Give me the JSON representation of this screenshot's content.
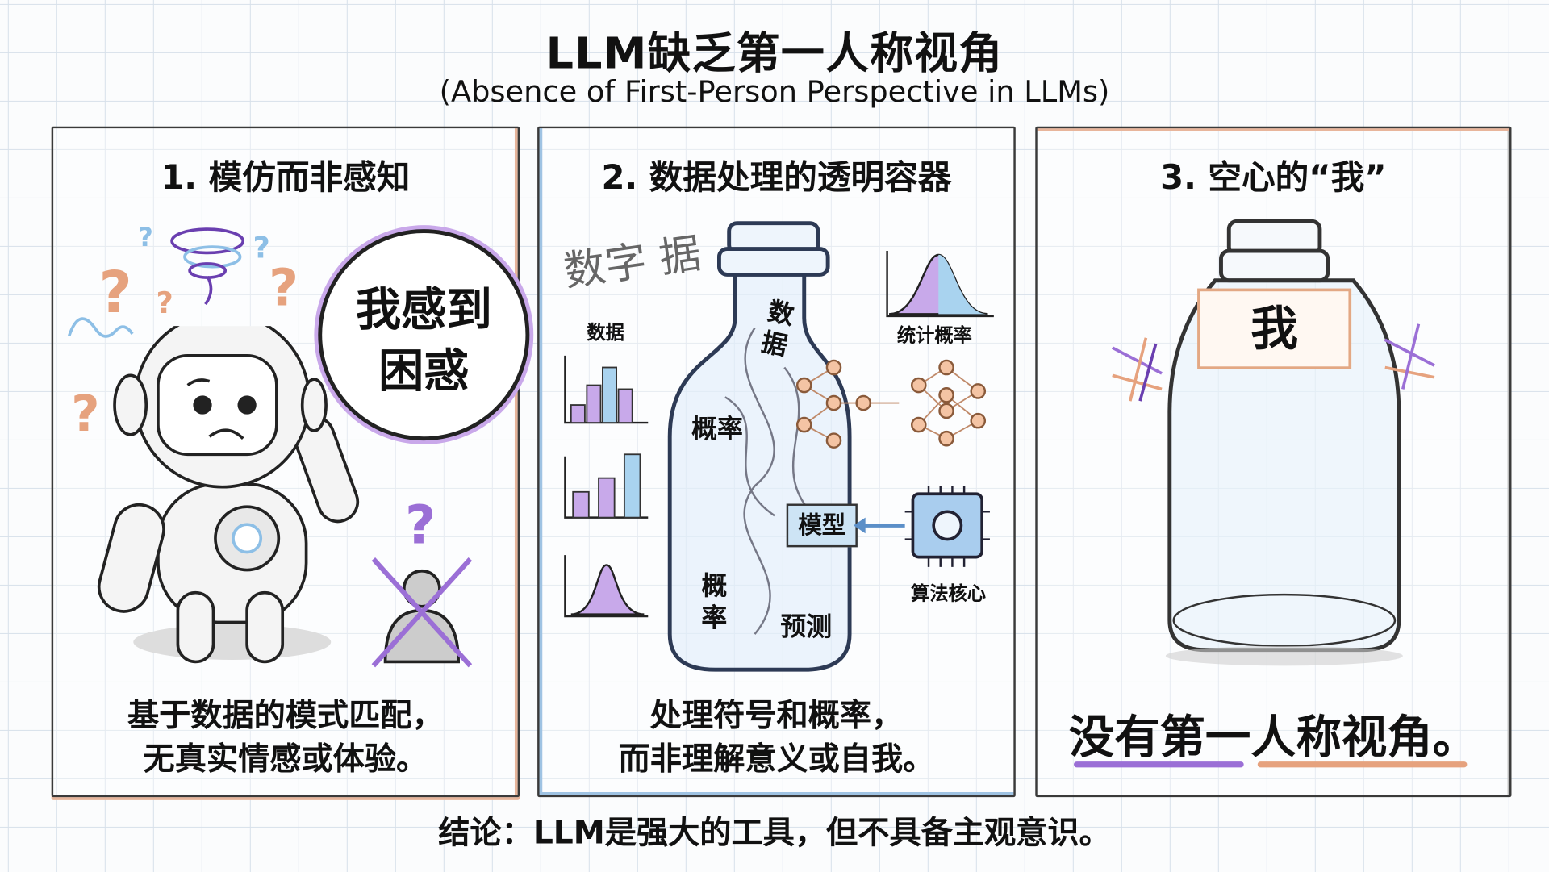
{
  "header": {
    "title": "LLM缺乏第一人称视角",
    "subtitle": "(Absence of First-Person Perspective in LLMs)"
  },
  "panels": [
    {
      "heading": "1. 模仿而非感知",
      "speech_bubble": [
        "我感到",
        "困惑"
      ],
      "caption": [
        "基于数据的模式匹配，",
        "无真实情感或体验。"
      ],
      "icons": [
        "robot-icon",
        "question-mark-icon",
        "crossed-out-person-icon",
        "gear-icon",
        "swirl-icon"
      ]
    },
    {
      "heading": "2. 数据处理的透明容器",
      "labels": {
        "data_handwritten": "数字 据",
        "data": "数据",
        "stat_prob": "统计概率",
        "bottle_data": "数据",
        "bottle_prob_1": "概率",
        "bottle_prob_2": "概率",
        "model": "模型",
        "predict": "预测",
        "algorithm_core": "算法核心"
      },
      "caption": [
        "处理符号和概率，",
        "而非理解意义或自我。"
      ],
      "icons": [
        "bottle-icon",
        "bar-chart-icon",
        "bell-curve-icon",
        "neural-network-icon",
        "chip-icon",
        "puzzle-icon"
      ]
    },
    {
      "heading": "3. 空心的“我”",
      "tag": "我",
      "caption": "没有第一人称视角。",
      "icons": [
        "empty-jar-icon",
        "cross-mark-icon"
      ]
    }
  ],
  "conclusion": "结论：LLM是强大的工具，但不具备主观意识。",
  "colors": {
    "purple": "#9b6fd6",
    "orange": "#e6a27e",
    "blue": "#8dbfe6",
    "ink": "#111111",
    "grid": "#d7e0ea"
  }
}
